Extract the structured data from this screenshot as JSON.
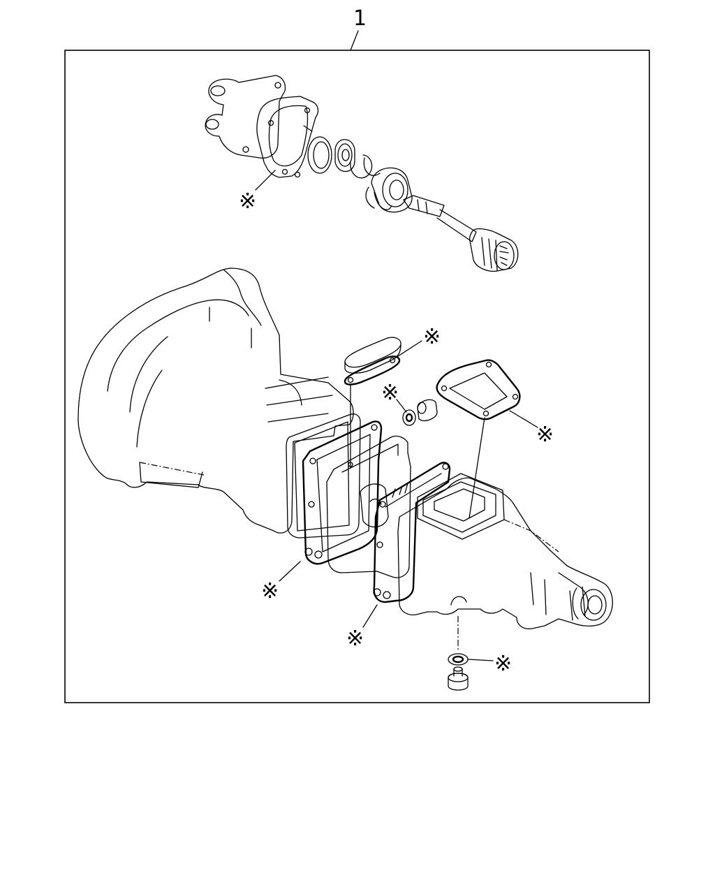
{
  "diagram": {
    "callout_number": "1",
    "gasket_mark": "※",
    "marks_count_label": "",
    "line_color": "#000000",
    "background": "#ffffff"
  },
  "marks": [
    {
      "id": "front-cover-gasket",
      "symbol": "※"
    },
    {
      "id": "shift-rail-gasket",
      "symbol": "※"
    },
    {
      "id": "plug-washer-upper",
      "symbol": "※"
    },
    {
      "id": "top-cover-gasket",
      "symbol": "※"
    },
    {
      "id": "case-gasket-front",
      "symbol": "※"
    },
    {
      "id": "case-gasket-rear",
      "symbol": "※"
    },
    {
      "id": "drain-plug-washer",
      "symbol": "※"
    }
  ]
}
